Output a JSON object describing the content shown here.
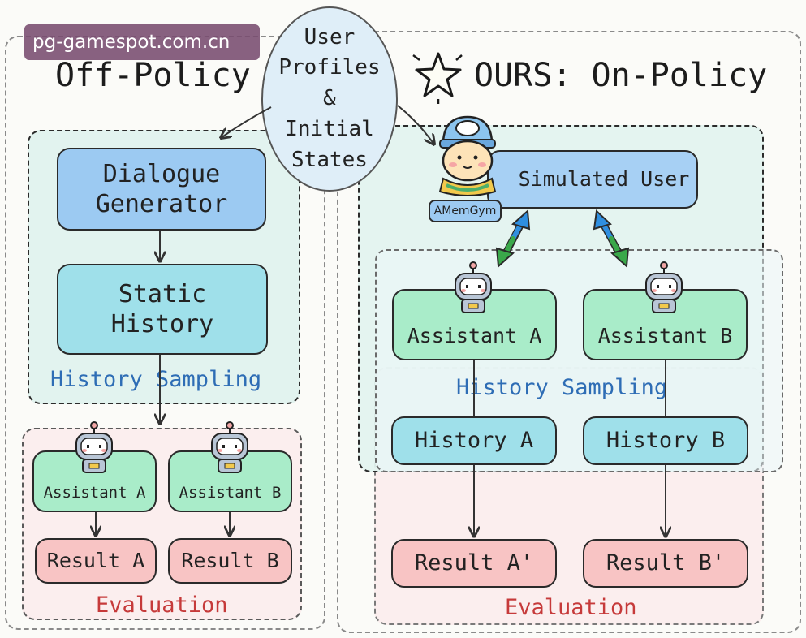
{
  "watermark": "pg-gamespot.com.cn",
  "center": {
    "line1": "User",
    "line2": "Profiles",
    "line3": "&",
    "line4": "Initial",
    "line5": "States"
  },
  "off_policy": {
    "title": "Off-Policy",
    "generator_line1": "Dialogue",
    "generator_line2": "Generator",
    "static_line1": "Static",
    "static_line2": "History",
    "sampling_label": "History Sampling",
    "assistant_a": "Assistant A",
    "assistant_b": "Assistant B",
    "result_a": "Result A",
    "result_b": "Result B",
    "evaluation_label": "Evaluation"
  },
  "on_policy": {
    "title": "OURS: On-Policy",
    "simulated_user": "Simulated User",
    "badge": "AMemGym",
    "assistant_a": "Assistant A",
    "assistant_b": "Assistant B",
    "sampling_label": "History Sampling",
    "history_a": "History A",
    "history_b": "History B",
    "result_a": "Result A'",
    "result_b": "Result B'",
    "evaluation_label": "Evaluation"
  },
  "colors": {
    "arrow_blue": "#2f8fe0",
    "arrow_green": "#3aa84a",
    "box_blue": "#9ccaf2",
    "box_teal": "#9fe0ea",
    "box_green": "#a9ecc9",
    "box_red": "#f8c4c4"
  }
}
